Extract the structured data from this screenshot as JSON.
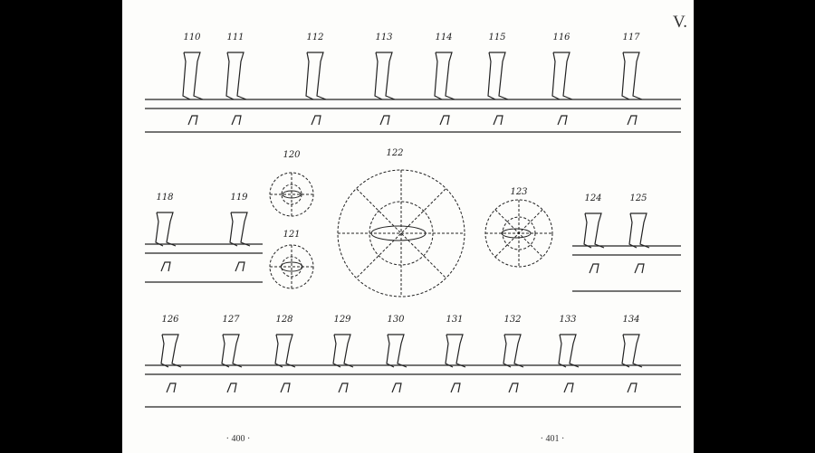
{
  "plate_number": "V.",
  "figures": {
    "row1": [
      "110",
      "111",
      "112",
      "113",
      "114",
      "115",
      "116",
      "117"
    ],
    "row2": [
      "118",
      "119",
      "120",
      "121",
      "122",
      "123",
      "124",
      "125"
    ],
    "row3": [
      "126",
      "127",
      "128",
      "129",
      "130",
      "131",
      "132",
      "133",
      "134"
    ]
  },
  "page_numbers": {
    "left": "· 400 ·",
    "right": "· 401 ·"
  }
}
